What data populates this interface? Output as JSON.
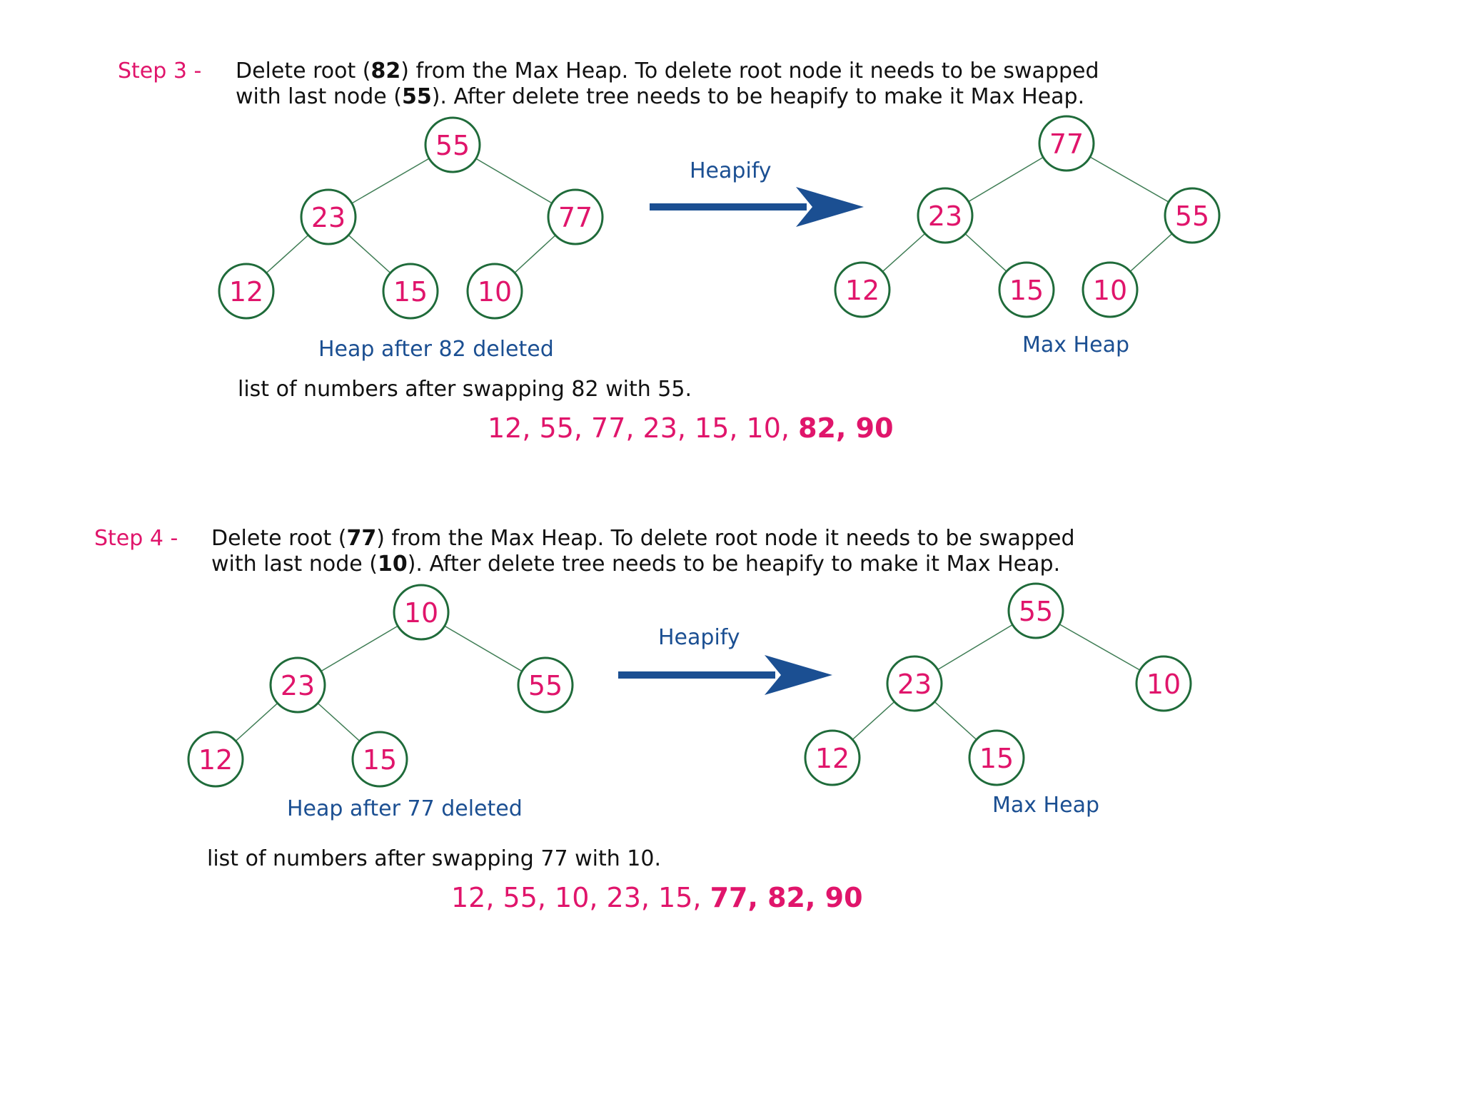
{
  "steps": [
    {
      "step_label": "Step 3 -",
      "line1_pre": "Delete root (",
      "line1_bold": "82",
      "line1_post": ") from the Max Heap. To delete root node it needs to be swapped",
      "line2_pre": "with last node (",
      "line2_bold": "55",
      "line2_post": "). After delete tree needs to be heapify to make it Max Heap.",
      "heapify_label": "Heapify",
      "left_caption": "Heap after 82 deleted",
      "right_caption": "Max Heap",
      "left_tree": [
        "55",
        "23",
        "77",
        "12",
        "15",
        "10"
      ],
      "right_tree": [
        "77",
        "23",
        "55",
        "12",
        "15",
        "10"
      ],
      "list_caption": "list of numbers after swapping 82 with 55.",
      "list_plain": "12, 55, 77, 23, 15, 10, ",
      "list_bold": "82, 90"
    },
    {
      "step_label": "Step 4 -",
      "line1_pre": "Delete root (",
      "line1_bold": "77",
      "line1_post": ") from the Max Heap. To delete root node it needs to be swapped",
      "line2_pre": "with last node (",
      "line2_bold": "10",
      "line2_post": "). After delete tree needs to be heapify to make it Max Heap.",
      "heapify_label": "Heapify",
      "left_caption": "Heap after 77 deleted",
      "right_caption": "Max Heap",
      "left_tree": [
        "10",
        "23",
        "55",
        "12",
        "15"
      ],
      "right_tree": [
        "55",
        "23",
        "10",
        "12",
        "15"
      ],
      "list_caption": "list of numbers after swapping 77 with 10.",
      "list_plain": "12, 55, 10, 23, 15, ",
      "list_bold": "77, 82, 90"
    }
  ],
  "colors": {
    "accent_pink": "#e0156b",
    "caption_blue": "#1b4f92",
    "node_stroke_green": "#1f6b3a"
  }
}
